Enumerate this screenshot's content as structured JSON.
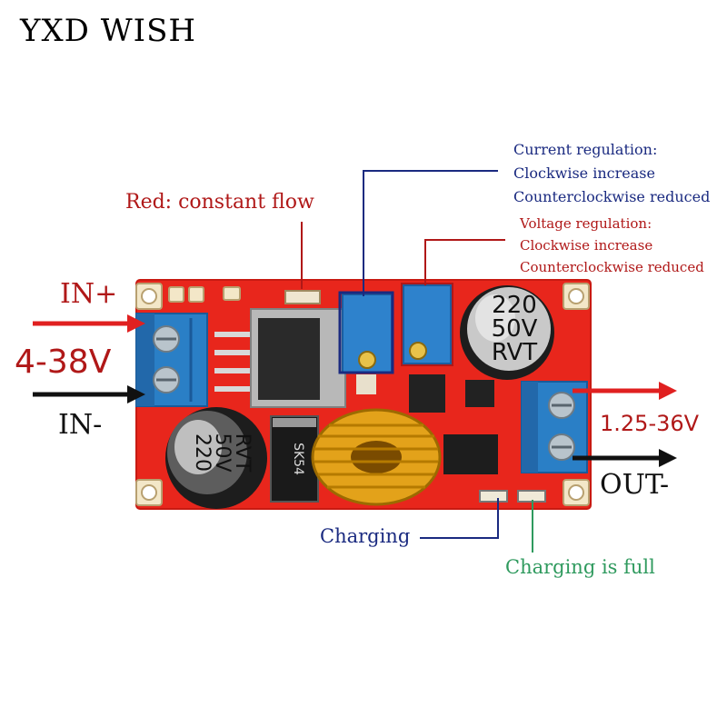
{
  "brand": {
    "name": "YXD WISH"
  },
  "labels": {
    "red_constant_flow": "Red: constant flow",
    "current_regulation": {
      "title": "Current regulation:",
      "line1": "Clockwise increase",
      "line2": "Counterclockwise reduced"
    },
    "voltage_regulation": {
      "title": "Voltage regulation:",
      "line1": "Clockwise increase",
      "line2": "Counterclockwise reduced"
    },
    "in_plus": "IN+",
    "in_voltage": "4-38V",
    "in_minus": "IN-",
    "out_voltage": "1.25-36V",
    "out_minus": "OUT-",
    "charging": "Charging",
    "charging_full": "Charging is full"
  },
  "components": {
    "cap_right": {
      "line1": "220",
      "line2": "50V",
      "line3": "RVT"
    },
    "cap_left": {
      "line1": "220",
      "line2": "50V",
      "line3": "RVT"
    },
    "diode_text": "SK54"
  },
  "colors": {
    "board_red": "#e8261c",
    "terminal_blue": "#2a7fc6",
    "label_red": "#b01818",
    "label_blue": "#1a2a80",
    "label_green": "#2f9a5e",
    "inductor_gold": "#e3a21a"
  }
}
